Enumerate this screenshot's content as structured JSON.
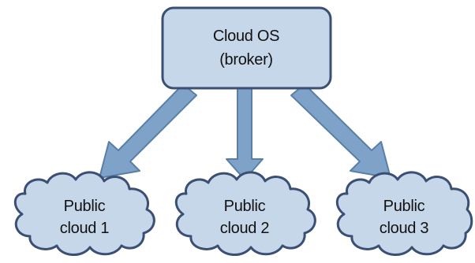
{
  "broker": {
    "line1": "Cloud OS",
    "line2": "(broker)"
  },
  "clouds": [
    {
      "line1": "Public",
      "line2": "cloud 1"
    },
    {
      "line1": "Public",
      "line2": "cloud 2"
    },
    {
      "line1": "Public",
      "line2": "cloud 3"
    }
  ],
  "colors": {
    "fill": "#c6d7ea",
    "stroke": "#3a4f73",
    "arrow_fill": "#7fa3c8",
    "arrow_stroke": "#5a7fa6",
    "text": "#111111"
  }
}
